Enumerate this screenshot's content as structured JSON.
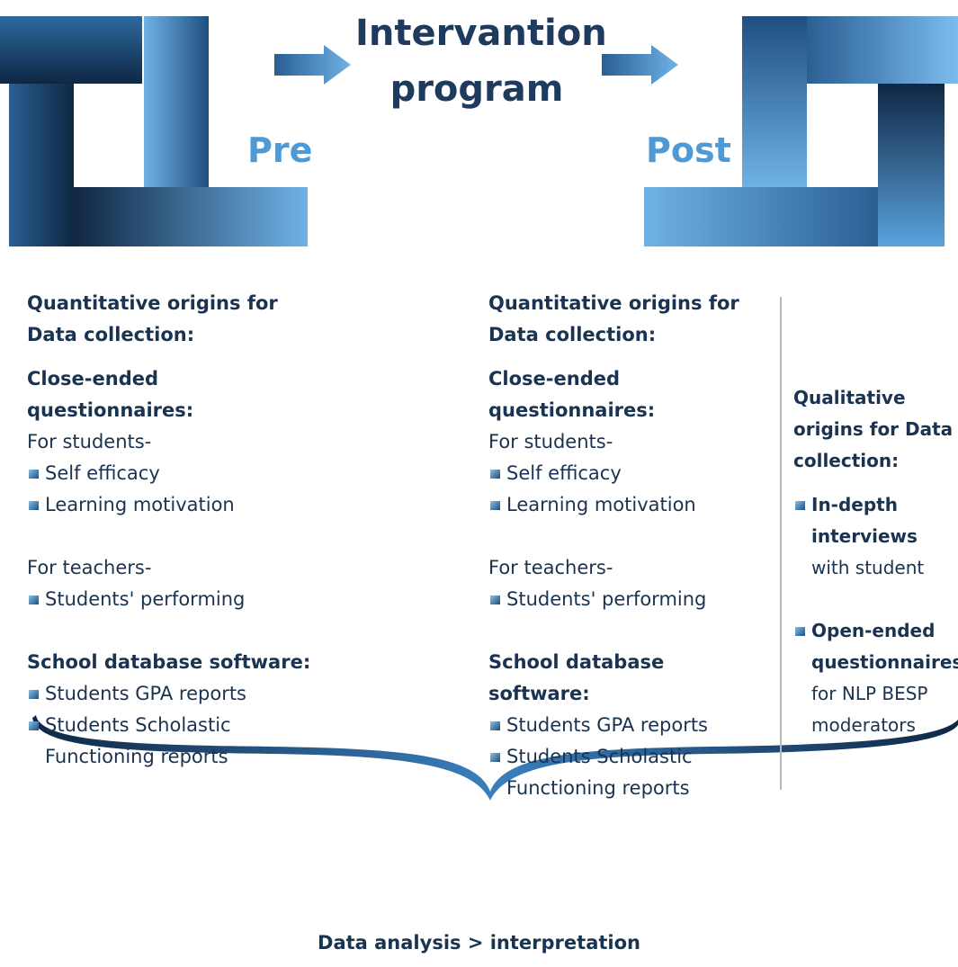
{
  "header": {
    "intervention_line1": "Intervantion",
    "intervention_line2": "program",
    "pre_label": "Pre",
    "post_label": "Post"
  },
  "pre_column": {
    "heading_line1": "Quantitative origins for",
    "heading_line2": "Data collection:",
    "questionnaire_line1": "Close-ended",
    "questionnaire_line2": "questionnaires:",
    "students_label": "For students-",
    "student_items": [
      "Self efficacy",
      "Learning motivation"
    ],
    "teachers_label": "For teachers-",
    "teacher_items": [
      "Students' performing"
    ],
    "database_heading": "School database software:",
    "database_items": [
      "Students GPA reports",
      "Students Scholastic",
      "Functioning reports"
    ]
  },
  "post_column": {
    "heading_line1": "Quantitative origins for",
    "heading_line2": "Data collection:",
    "questionnaire_line1": "Close-ended",
    "questionnaire_line2": "questionnaires:",
    "students_label": "For students-",
    "student_items": [
      "Self efficacy",
      "Learning motivation"
    ],
    "teachers_label": "For teachers-",
    "teacher_items": [
      "Students' performing"
    ],
    "database_heading": "School database software:",
    "database_items": [
      "Students GPA reports",
      "Students Scholastic",
      "Functioning reports"
    ]
  },
  "qualitative_column": {
    "heading_line1": "Qualitative",
    "heading_line2": "origins for Data",
    "heading_line3": "collection:",
    "item1_bold_line1": "In-depth",
    "item1_bold_line2": "interviews",
    "item1_text": "with student",
    "item2_bold_line1": "Open-ended",
    "item2_bold_line2": "questionnaires",
    "item2_text_line1": "for NLP BESP",
    "item2_text_line2": "moderators"
  },
  "footer": {
    "label": "Data analysis > interpretation"
  },
  "colors": {
    "dark_navy": "#0f2744",
    "mid_blue": "#2f6ea3",
    "light_blue": "#6fb2e6",
    "label_blue": "#4d9ad6",
    "text_navy": "#1a3350"
  }
}
